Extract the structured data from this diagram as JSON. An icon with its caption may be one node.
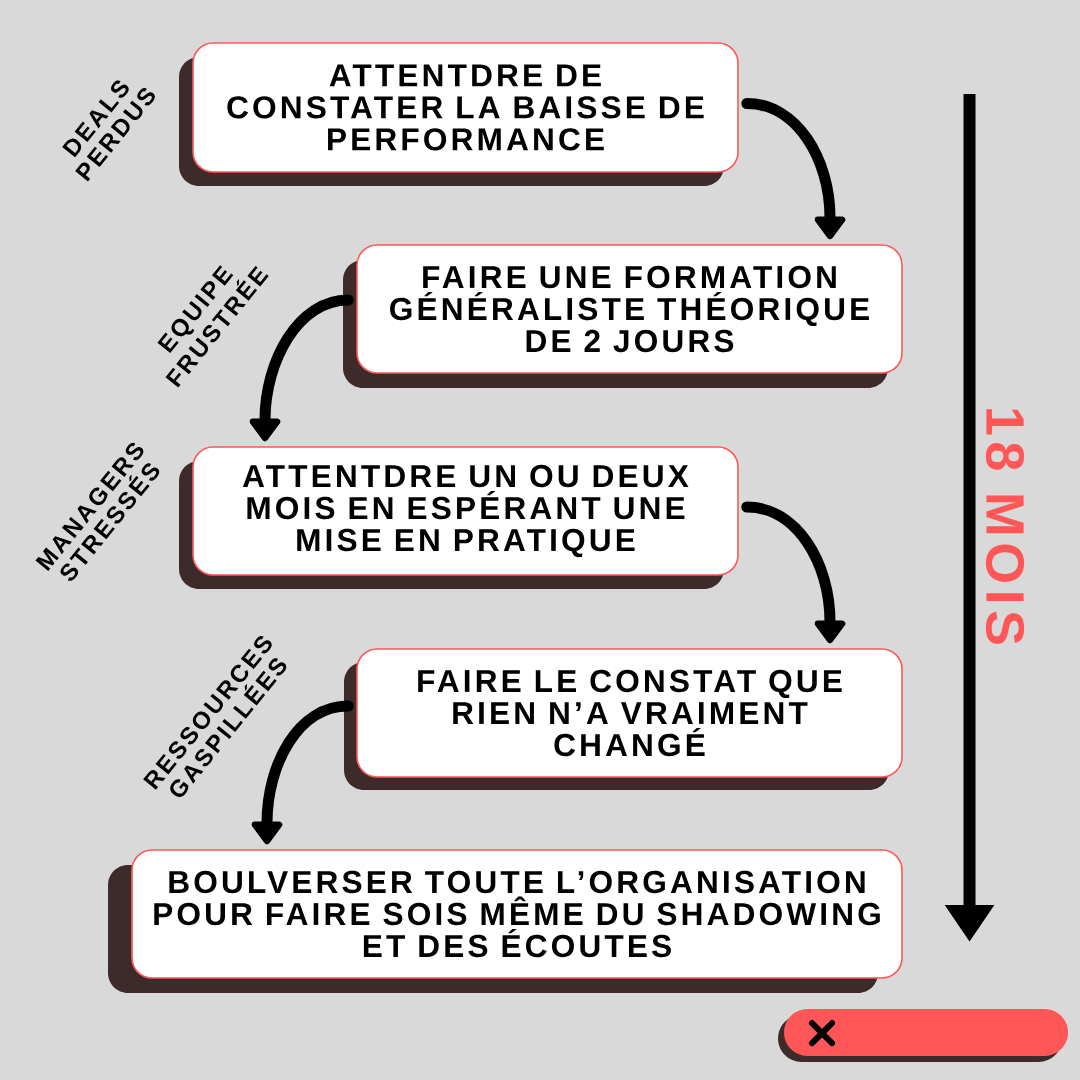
{
  "diagram": {
    "nodes": [
      {
        "text": [
          "ATTENTDRE DE CONSTATER LA BAISSE DE PERFORMANCE"
        ],
        "beside": [
          "DEALS PERDUS"
        ]
      },
      {
        "text": [
          "FAIRE UNE FORMATION GÉNÉRALISTE THÉORIQUE DE 2 JOURS"
        ],
        "beside": [
          "EQUIPE FRUSTRÉE"
        ]
      },
      {
        "text": [
          "ATTENTDRE UN OU DEUX MOIS EN ESPÉRANT UNE MISE EN PRATIQUE"
        ],
        "beside": [
          "MANAGERS STRESSÉS"
        ]
      },
      {
        "text": [
          "FAIRE LE CONSTAT QUE RIEN N’A VRAIMENT CHANGÉ"
        ],
        "beside": [
          "RESSOURCES GASPILLÉES"
        ]
      },
      {
        "text": [
          "BOULVERSER TOUTE L’ORGANISATION POUR FAIRE SOIS MÊME DU SHADOWING ET DES ÉCOUTES"
        ]
      }
    ],
    "edges": [
      {
        "from": 0,
        "to": 1,
        "arrow": "to"
      },
      {
        "from": 1,
        "to": 2,
        "arrow": "to"
      },
      {
        "from": 2,
        "to": 3,
        "arrow": "to"
      },
      {
        "from": 3,
        "to": 4,
        "arrow": "to"
      }
    ],
    "labels": [
      "18 MOIS"
    ]
  }
}
